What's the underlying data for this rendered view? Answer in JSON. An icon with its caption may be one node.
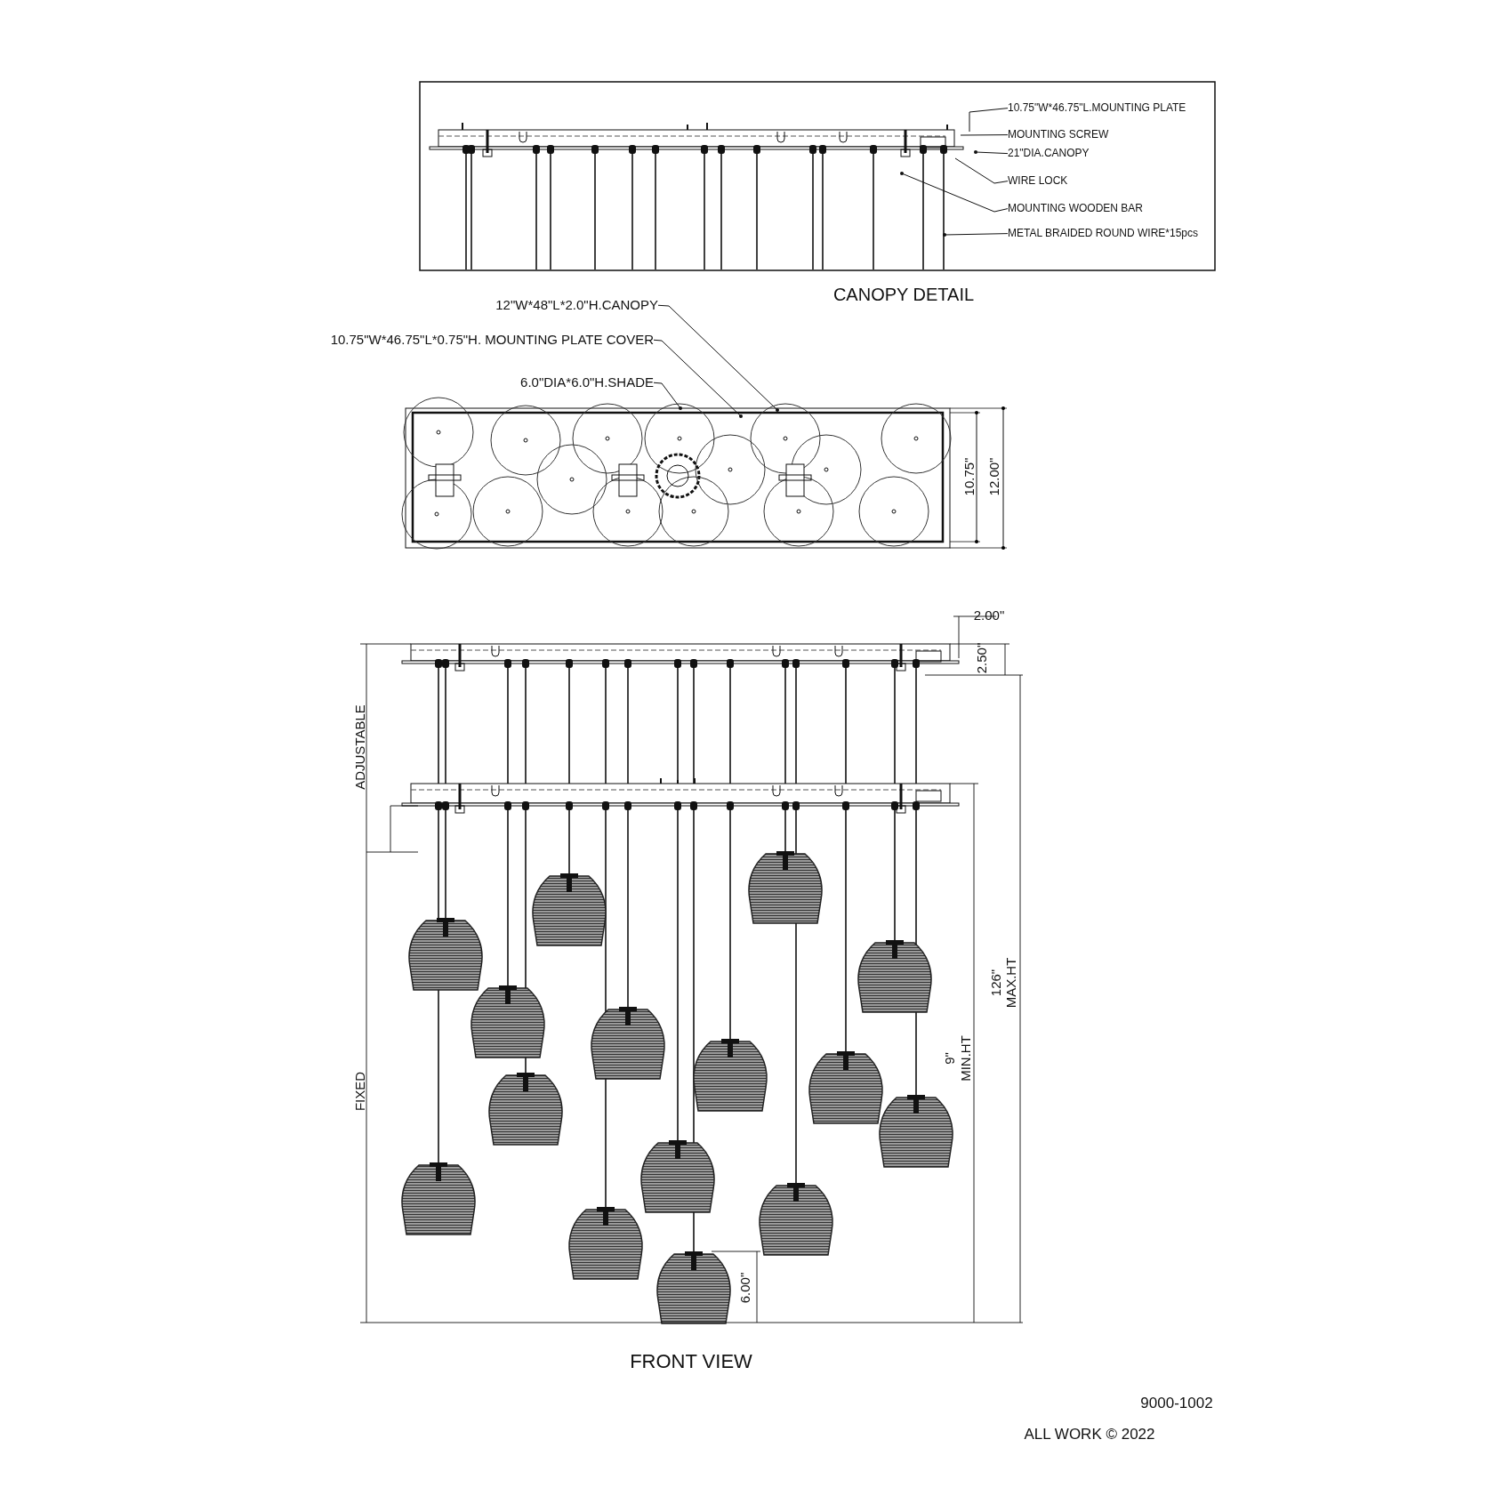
{
  "diagram": {
    "nodes": [
      {
        "text": [
          "10.75\"W*46.75\"L.MOUNTING PLATE"
        ]
      },
      {
        "text": [
          "MOUNTING SCREW"
        ]
      },
      {
        "text": [
          "21\"DIA.CANOPY"
        ]
      },
      {
        "text": [
          "WIRE LOCK"
        ]
      },
      {
        "text": [
          "MOUNTING  WOODEN BAR"
        ]
      },
      {
        "text": [
          "METAL BRAIDED ROUND WIRE*15pcs"
        ]
      },
      {
        "text": [
          "12\"W*48\"L*2.0\"H.CANOPY"
        ]
      },
      {
        "text": [
          "10.75\"W*46.75\"L*0.75\"H. MOUNTING PLATE  COVER"
        ]
      },
      {
        "text": [
          "6.0\"DIA*6.0\"H.SHADE"
        ]
      },
      {
        "text": [],
        "shape": "picture"
      },
      {
        "text": [],
        "shape": "picture"
      }
    ],
    "edges": [
      {
        "from": 0,
        "to": 9,
        "arrow": "none"
      },
      {
        "from": 1,
        "to": 9,
        "arrow": "none"
      },
      {
        "from": 2,
        "to": 9,
        "arrow": "other"
      },
      {
        "from": 3,
        "to": 9,
        "arrow": "none"
      },
      {
        "from": 4,
        "to": 9,
        "arrow": "other"
      },
      {
        "from": 5,
        "to": 9,
        "arrow": "other"
      },
      {
        "from": 6,
        "to": 10,
        "arrow": "other"
      },
      {
        "from": 7,
        "to": 10,
        "arrow": "other"
      },
      {
        "from": 8,
        "to": 10,
        "arrow": "other"
      }
    ],
    "labels": [
      "CANOPY DETAIL",
      "10.75\"",
      "12.00\"",
      "2.00\"",
      "2.50\"",
      "ADJUSTABLE",
      "126\"",
      "MAX.HT",
      "FIXED",
      "9\"",
      "MIN.HT",
      "6.00\"",
      "FRONT VIEW",
      "9000-1002",
      "ALL WORK © 2022"
    ]
  }
}
